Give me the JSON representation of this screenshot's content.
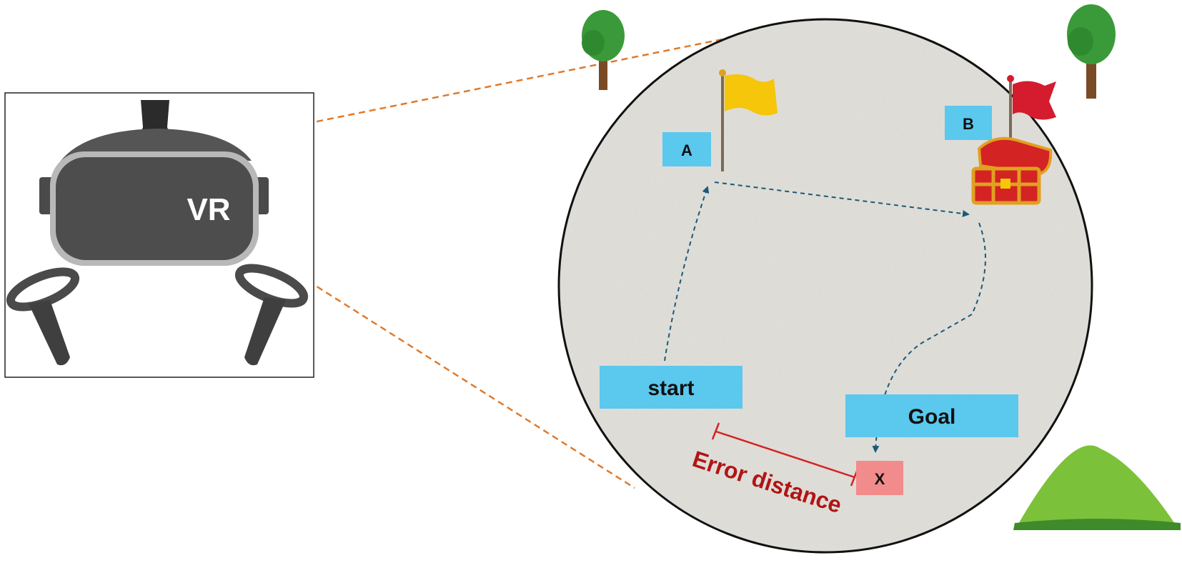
{
  "headset": {
    "label": "VR"
  },
  "arena": {
    "landmark_a": "A",
    "landmark_b": "B",
    "start": "start",
    "goal": "Goal",
    "response": "X",
    "error": "Error distance"
  },
  "colors": {
    "label_box": "#5bc8ee",
    "response_box": "#f28b8b",
    "path": "#1a5a78",
    "error_line": "#d42323",
    "error_text": "#b11414",
    "zoom_lines": "#e07a2c",
    "flag_a": "#f5c60a",
    "flag_b": "#d41c2e",
    "ground": "#e8e6e0"
  }
}
